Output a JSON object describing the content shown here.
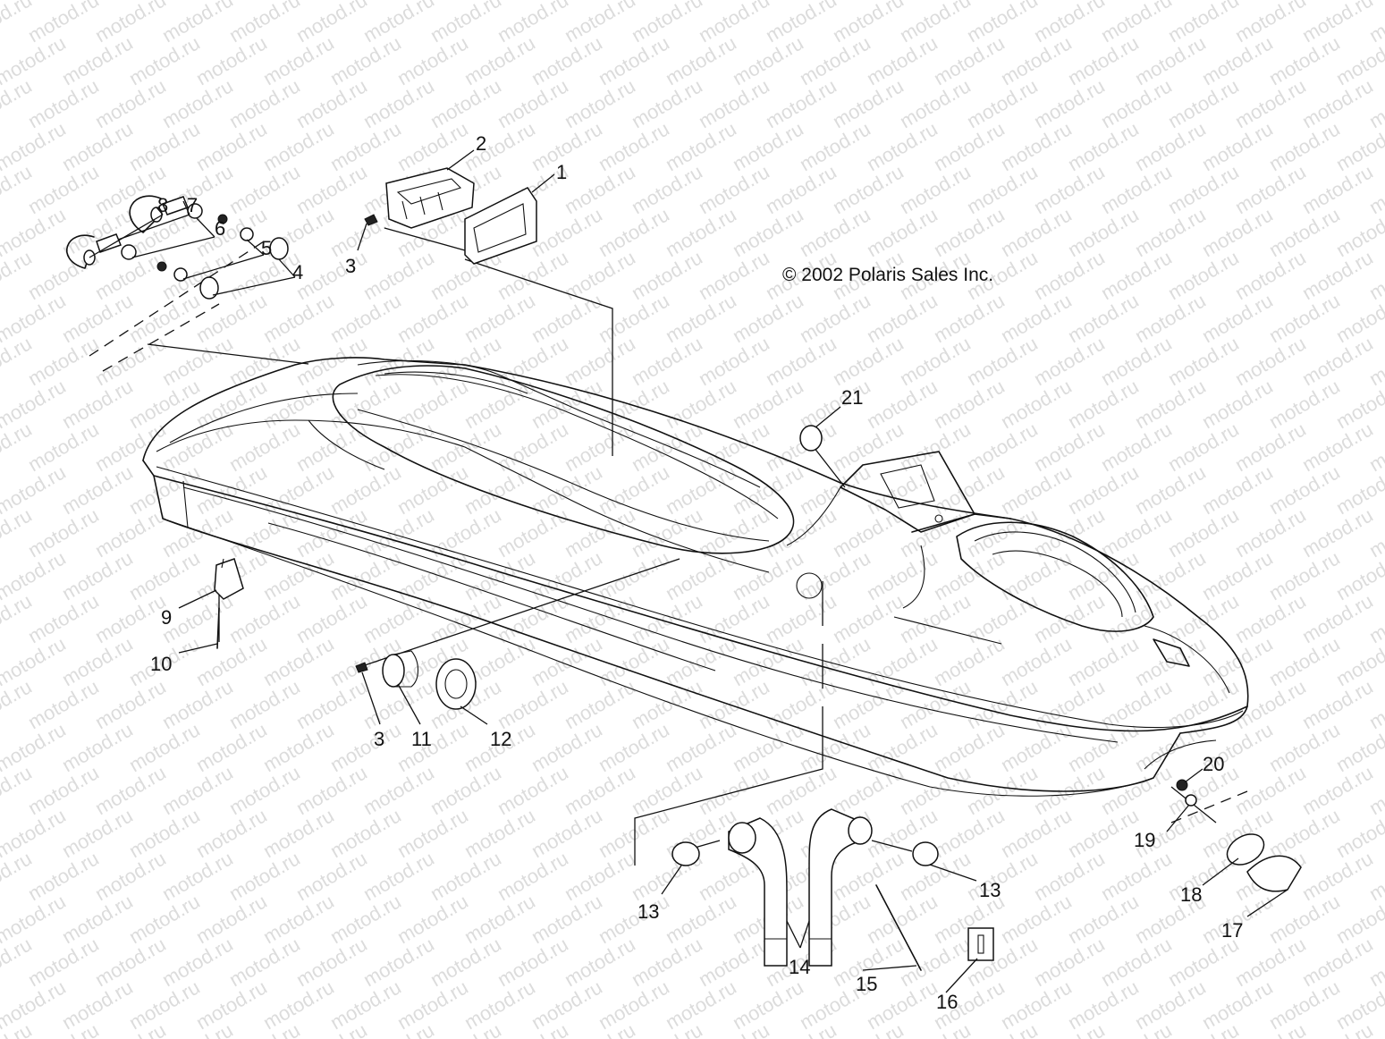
{
  "watermark": "motod.ru",
  "copyright": "© 2002 Polaris Sales Inc.",
  "callouts": [
    {
      "id": "c1",
      "text": "1"
    },
    {
      "id": "c2",
      "text": "2"
    },
    {
      "id": "c3a",
      "text": "3"
    },
    {
      "id": "c3b",
      "text": "3"
    },
    {
      "id": "c4",
      "text": "4"
    },
    {
      "id": "c5",
      "text": "5"
    },
    {
      "id": "c6",
      "text": "6"
    },
    {
      "id": "c7",
      "text": "7"
    },
    {
      "id": "c8",
      "text": "8"
    },
    {
      "id": "c9",
      "text": "9"
    },
    {
      "id": "c10",
      "text": "10"
    },
    {
      "id": "c11",
      "text": "11"
    },
    {
      "id": "c12",
      "text": "12"
    },
    {
      "id": "c13a",
      "text": "13"
    },
    {
      "id": "c13b",
      "text": "13"
    },
    {
      "id": "c14",
      "text": "14"
    },
    {
      "id": "c15",
      "text": "15"
    },
    {
      "id": "c16",
      "text": "16"
    },
    {
      "id": "c17",
      "text": "17"
    },
    {
      "id": "c18",
      "text": "18"
    },
    {
      "id": "c19",
      "text": "19"
    },
    {
      "id": "c20",
      "text": "20"
    },
    {
      "id": "c21",
      "text": "21"
    }
  ]
}
